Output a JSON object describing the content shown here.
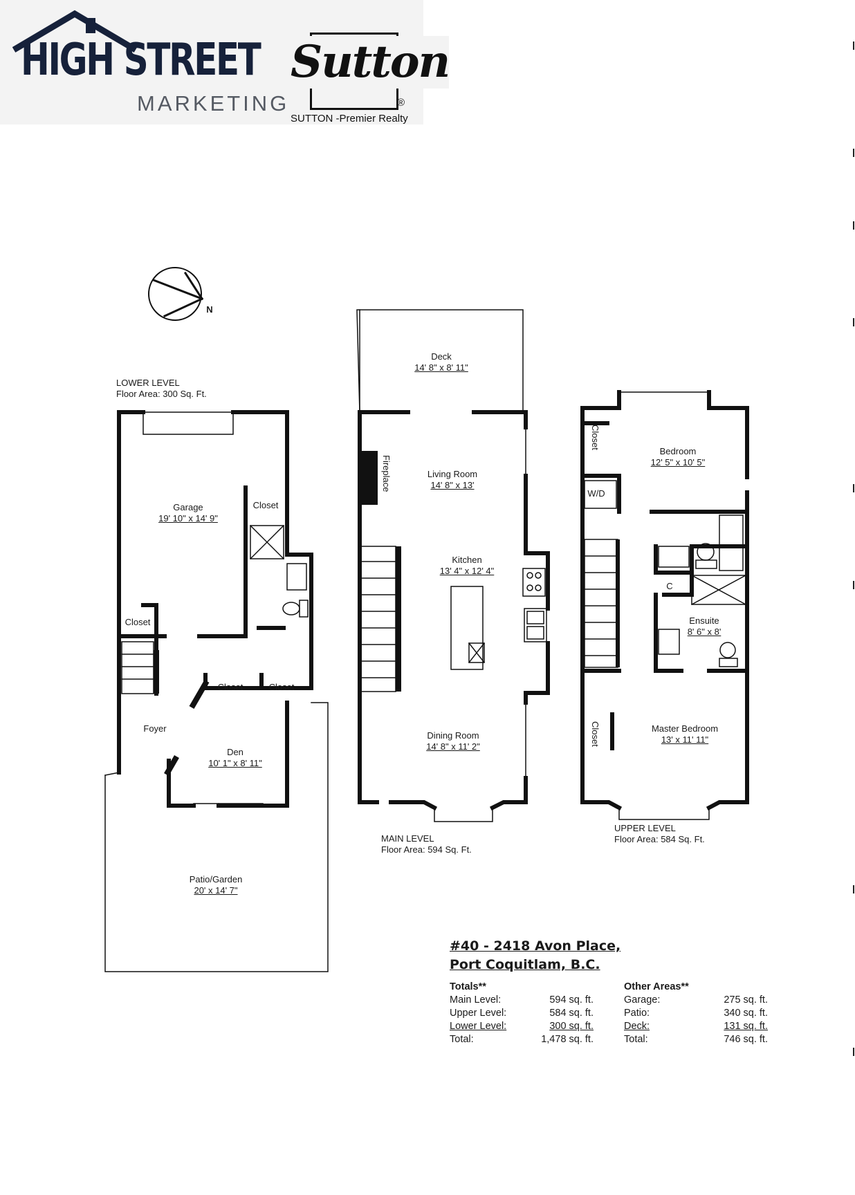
{
  "branding": {
    "company_name": "HIGH STREET",
    "company_sub": "MARKETING",
    "brokerage_name": "Sutton",
    "brokerage_mark": "®",
    "brokerage_sub": "SUTTON -Premier Realty"
  },
  "compass": {
    "label": "N"
  },
  "levels": {
    "lower": {
      "title": "LOWER LEVEL",
      "area": "Floor Area: 300 Sq. Ft."
    },
    "main": {
      "title": "MAIN LEVEL",
      "area": "Floor Area: 594 Sq. Ft."
    },
    "upper": {
      "title": "UPPER LEVEL",
      "area": "Floor Area: 584 Sq. Ft."
    }
  },
  "rooms": {
    "garage": {
      "name": "Garage",
      "dim": "19' 10\" x 14' 9\""
    },
    "lower_closet_1": {
      "name": "Closet"
    },
    "lower_closet_2": {
      "name": "Closet"
    },
    "lower_closet_3": {
      "name": "Closet"
    },
    "lower_closet_4": {
      "name": "Closet"
    },
    "foyer": {
      "name": "Foyer"
    },
    "den": {
      "name": "Den",
      "dim": "10' 1\" x 8' 11\""
    },
    "patio": {
      "name": "Patio/Garden",
      "dim": "20' x 14' 7\""
    },
    "deck": {
      "name": "Deck",
      "dim": "14' 8\" x 8' 11\""
    },
    "fireplace": {
      "name": "Fireplace"
    },
    "living": {
      "name": "Living Room",
      "dim": "14' 8\" x 13'"
    },
    "kitchen": {
      "name": "Kitchen",
      "dim": "13' 4\" x 12' 4\""
    },
    "dining": {
      "name": "Dining Room",
      "dim": "14' 8\" x 11' 2\""
    },
    "bedroom": {
      "name": "Bedroom",
      "dim": "12' 5\" x 10' 5\""
    },
    "upper_closet_1": {
      "name": "Closet"
    },
    "upper_closet_2": {
      "name": "Closet"
    },
    "wd": {
      "name": "W/D"
    },
    "c": {
      "name": "C"
    },
    "ensuite": {
      "name": "Ensuite",
      "dim": "8' 6\" x 8'"
    },
    "master": {
      "name": "Master Bedroom",
      "dim": "13' x 11' 11\""
    }
  },
  "address": {
    "line1": "#40 - 2418 Avon Place,",
    "line2": "Port Coquitlam, B.C."
  },
  "totals": {
    "heading": "Totals**",
    "rows": [
      {
        "label": "Main Level:",
        "value": "594 sq. ft."
      },
      {
        "label": "Upper Level:",
        "value": "584 sq. ft."
      },
      {
        "label": "Lower Level:",
        "value": "300 sq. ft."
      },
      {
        "label": "Total:",
        "value": "1,478 sq. ft."
      }
    ]
  },
  "other_areas": {
    "heading": "Other Areas**",
    "rows": [
      {
        "label": "Garage:",
        "value": "275 sq. ft."
      },
      {
        "label": "Patio:",
        "value": "340 sq. ft."
      },
      {
        "label": "Deck:",
        "value": "131 sq. ft."
      },
      {
        "label": "Total:",
        "value": "746 sq. ft."
      }
    ]
  }
}
